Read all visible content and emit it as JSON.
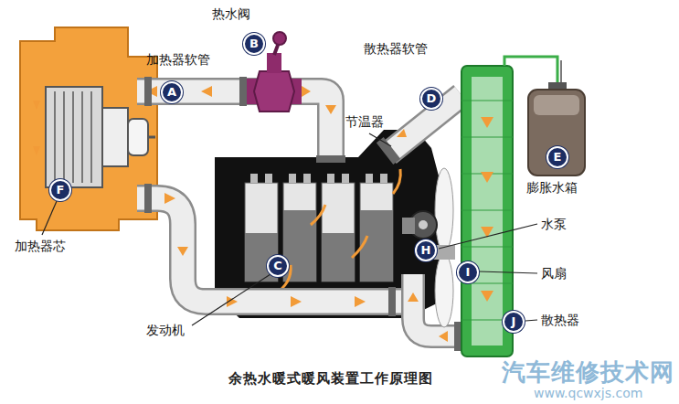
{
  "diagram": {
    "caption": "余热水暖式暖风装置工作原理图",
    "labels": [
      "热水阀",
      "B",
      "加热器软管",
      "A",
      "散热器软管",
      "D",
      "节温器",
      "E",
      "膨胀水箱",
      "水泵",
      "H",
      "风扇",
      "I",
      "散热器",
      "J",
      "发动机",
      "C",
      "加热器芯",
      "F",
      "汽车维修技术网",
      "www.qcwxjs.com"
    ]
  }
}
